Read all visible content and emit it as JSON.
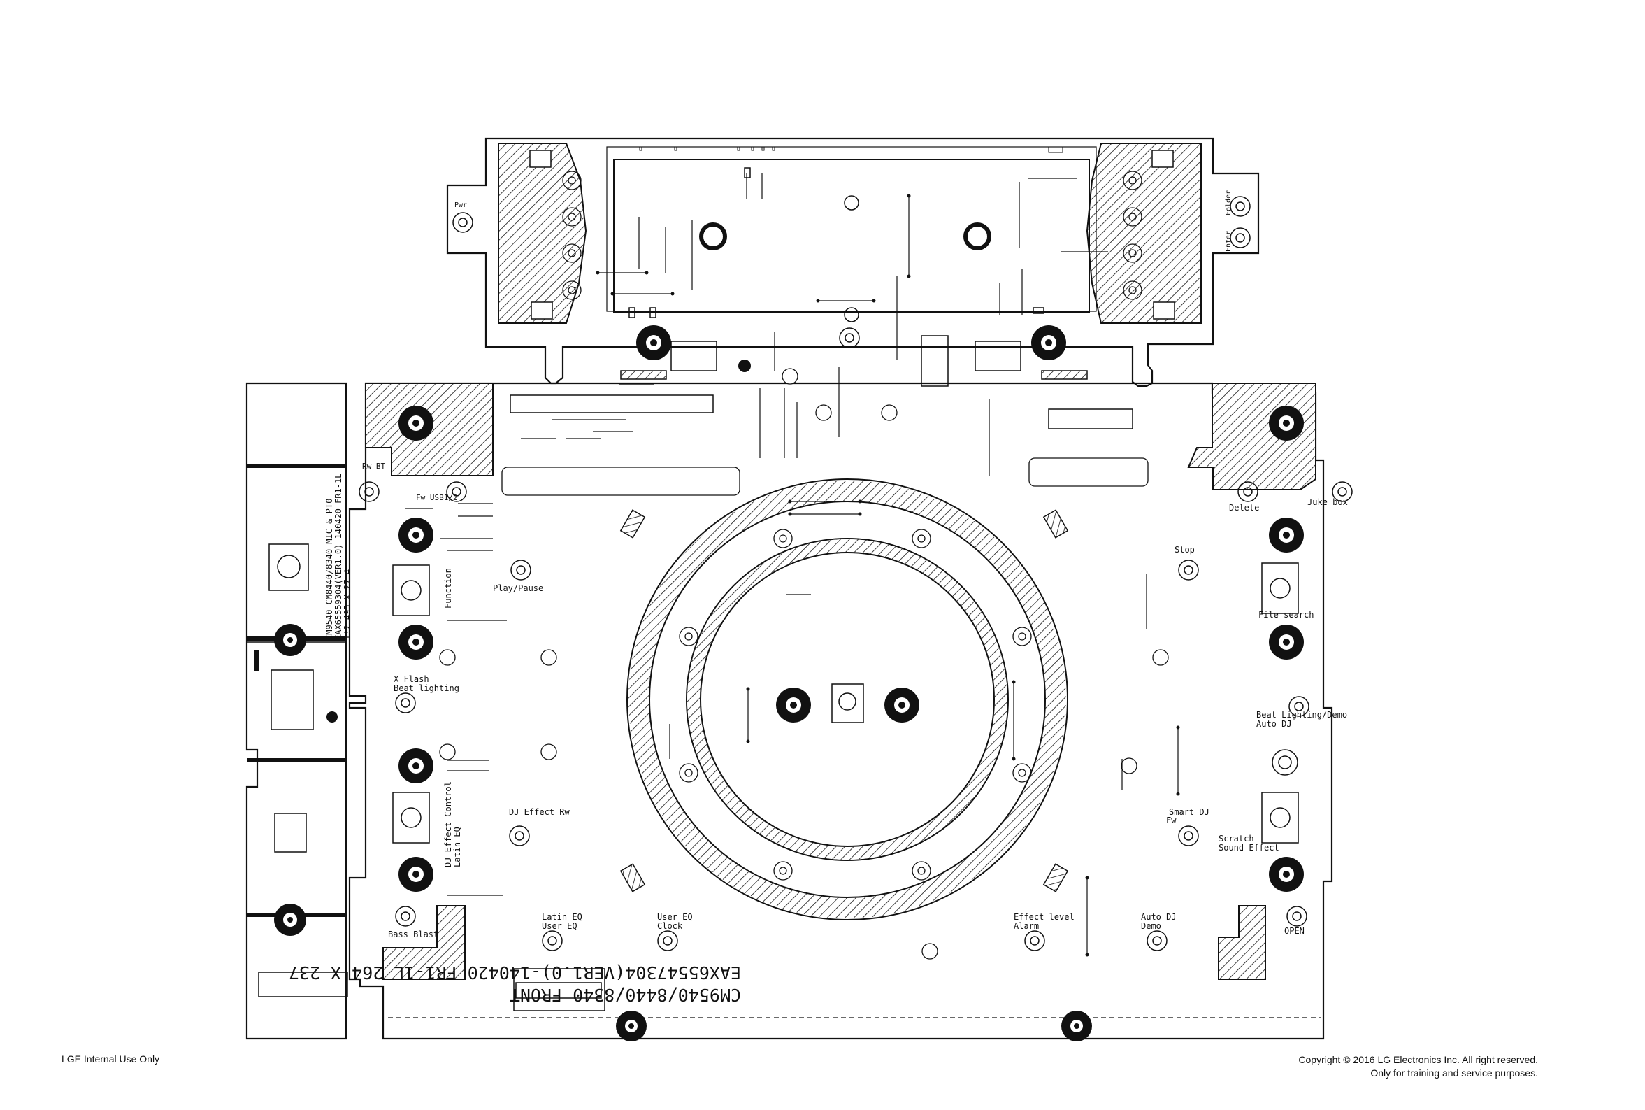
{
  "footer": {
    "left": "LGE Internal Use Only",
    "copyright": "Copyright © 2016 LG Electronics Inc. All right reserved.",
    "purpose": "Only for training and service purposes."
  },
  "board": {
    "title_line1": "CM9540/8440/8340 FRONT",
    "title_line2": "EAX65547304(VER1.0)-140420  FR1-1L 264 X 237",
    "side_title_1": "CM9540 CM8440/8340 MIC & PT0",
    "side_title_2": "EAX65559304(VER1.0) 140420 FR1-1L",
    "side_title_3": "1*2.495 X 27.4",
    "labels": [
      {
        "id": "pwr",
        "text": "Pwr"
      },
      {
        "id": "rw-bt",
        "text": "Rw BT"
      },
      {
        "id": "fw-usb",
        "text": "Fw USB1/2"
      },
      {
        "id": "function",
        "text": "Function"
      },
      {
        "id": "play-pause",
        "text": "Play/Pause"
      },
      {
        "id": "x-flash",
        "text": "X Flash"
      },
      {
        "id": "beat-lighting",
        "text": "Beat lighting"
      },
      {
        "id": "dj-effect-control",
        "text": "DJ Effect Control"
      },
      {
        "id": "latin-eq-side",
        "text": "Latin EQ"
      },
      {
        "id": "dj-effect-rw",
        "text": "DJ Effect Rw"
      },
      {
        "id": "bass-blast",
        "text": "Bass Blast"
      },
      {
        "id": "latin-eq",
        "text": "Latin EQ"
      },
      {
        "id": "user-eq-1",
        "text": "User EQ"
      },
      {
        "id": "user-eq-2",
        "text": "User EQ"
      },
      {
        "id": "clock",
        "text": "Clock"
      },
      {
        "id": "effect-level",
        "text": "Effect level"
      },
      {
        "id": "alarm",
        "text": "Alarm"
      },
      {
        "id": "auto-dj",
        "text": "Auto DJ"
      },
      {
        "id": "demo",
        "text": "Demo"
      },
      {
        "id": "open",
        "text": "OPEN"
      },
      {
        "id": "delete",
        "text": "Delete"
      },
      {
        "id": "juke-box",
        "text": "Juke box"
      },
      {
        "id": "stop",
        "text": "Stop"
      },
      {
        "id": "file-search",
        "text": "File search"
      },
      {
        "id": "beat-lighting-demo",
        "text": "Beat Lighting/Demo"
      },
      {
        "id": "auto-dj-2",
        "text": "Auto DJ"
      },
      {
        "id": "smart-dj",
        "text": "Smart DJ"
      },
      {
        "id": "fw",
        "text": "Fw"
      },
      {
        "id": "scratch",
        "text": "Scratch"
      },
      {
        "id": "sound-effect",
        "text": "Sound Effect"
      },
      {
        "id": "enter",
        "text": "Enter"
      },
      {
        "id": "folder",
        "text": "Folder"
      }
    ]
  }
}
